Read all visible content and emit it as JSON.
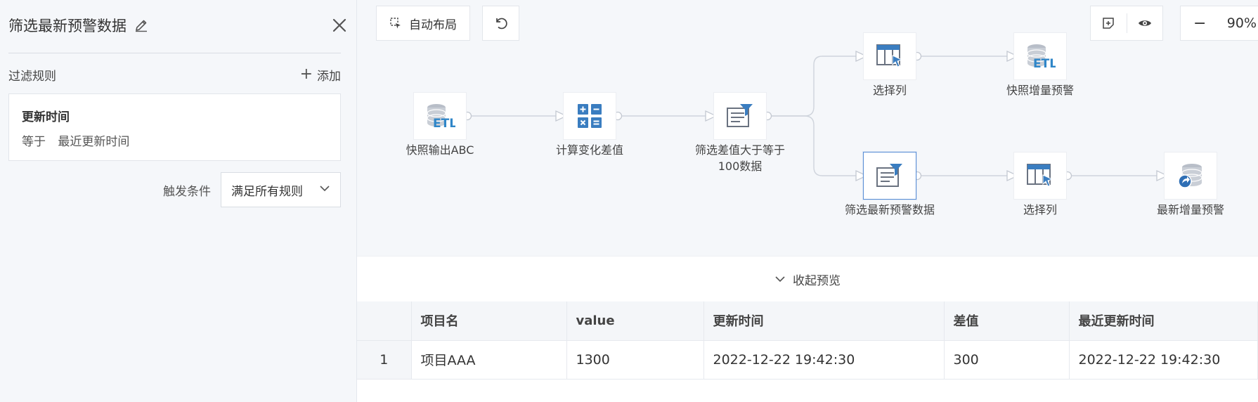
{
  "panel": {
    "title": "筛选最新预警数据",
    "rules_label": "过滤规则",
    "add_label": "添加",
    "rule": {
      "field": "更新时间",
      "operator": "等于",
      "value": "最近更新时间"
    },
    "trigger_label": "触发条件",
    "trigger_value": "满足所有规则"
  },
  "toolbar": {
    "auto_layout": "自动布局",
    "zoom": "90%"
  },
  "flow": {
    "nodes": [
      {
        "id": "n1",
        "label": "快照输出ABC",
        "icon": "etl-database-icon"
      },
      {
        "id": "n2",
        "label": "计算变化差值",
        "icon": "calculator-icon"
      },
      {
        "id": "n3",
        "label": "筛选差值大于等于100数据",
        "icon": "filter-icon"
      },
      {
        "id": "n4",
        "label": "选择列",
        "icon": "select-columns-icon"
      },
      {
        "id": "n5",
        "label": "快照增量预警",
        "icon": "etl-database-icon"
      },
      {
        "id": "n6",
        "label": "筛选最新预警数据",
        "icon": "filter-icon",
        "selected": true
      },
      {
        "id": "n7",
        "label": "选择列",
        "icon": "select-columns-icon"
      },
      {
        "id": "n8",
        "label": "最新增量预警",
        "icon": "database-output-icon"
      }
    ],
    "n3_label_line1": "筛选差值大于等于",
    "n3_label_line2": "100数据"
  },
  "preview": {
    "collapse_label": "收起预览",
    "columns": [
      "",
      "项目名",
      "value",
      "更新时间",
      "差值",
      "最近更新时间"
    ],
    "rows": [
      [
        "1",
        "项目AAA",
        "1300",
        "2022-12-22 19:42:30",
        "300",
        "2022-12-22 19:42:30"
      ]
    ]
  },
  "colors": {
    "accent_blue": "#2f6fb5",
    "etl_blue": "#3b8fd0",
    "background": "#f5f7fa"
  }
}
